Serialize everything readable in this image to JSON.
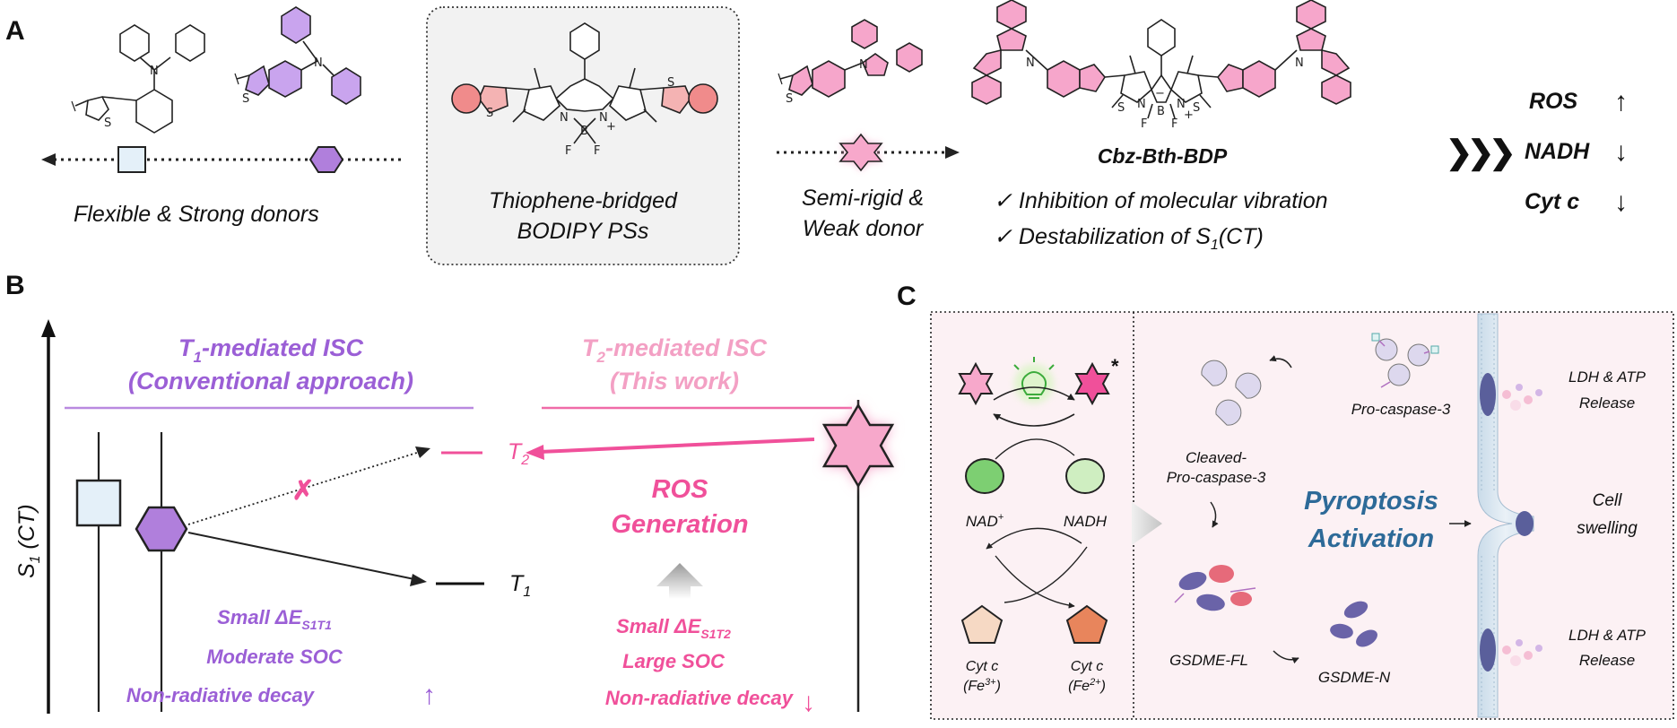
{
  "panel_a": {
    "label": "A",
    "donors_caption": "Flexible & Strong donors",
    "center_caption_1": "Thiophene-bridged",
    "center_caption_2": "BODIPY PSs",
    "semi_caption_1": "Semi-rigid &",
    "semi_caption_2": "Weak donor",
    "molecule_name": "Cbz-Bth-BDP",
    "check_1": "✓ Inhibition of molecular vibration",
    "check_2_pre": "✓ Destabilization of S",
    "check_2_sub": "1",
    "check_2_post": "(CT)",
    "arrows_glyph": "❯❯❯",
    "outcomes": [
      {
        "label": "ROS",
        "arrow": "↑"
      },
      {
        "label": "NADH",
        "arrow": "↓"
      },
      {
        "label": "Cyt c",
        "arrow": "↓"
      }
    ]
  },
  "panel_b": {
    "label": "B",
    "y_axis_pre": "S",
    "y_axis_sub": "1",
    "y_axis_post": " (CT)",
    "t1_title_pre": "T",
    "t1_title_sub": "1",
    "t1_title_post": "-mediated ISC",
    "t1_subtitle": "(Conventional approach)",
    "t2_title_pre": "T",
    "t2_title_sub": "2",
    "t2_title_post": "-mediated ISC",
    "t2_subtitle": "(This work)",
    "t2_level_pre": "T",
    "t2_level_sub": "2",
    "t1_level_pre": "T",
    "t1_level_sub": "1",
    "blocked_mark": "✗",
    "ros_1": "ROS",
    "ros_2": "Generation",
    "left_notes": {
      "line1_pre": "Small ΔE",
      "line1_sub": "S1T1",
      "line2": "Moderate SOC",
      "line3": "Non-radiative decay",
      "line3_arrow": "↑"
    },
    "right_notes": {
      "line1_pre": "Small ΔE",
      "line1_sub": "S1T2",
      "line2": "Large SOC",
      "line3": "Non-radiative decay",
      "line3_arrow": "↓"
    }
  },
  "panel_c": {
    "label": "C",
    "star_mark": "*",
    "nad_pre": "NAD",
    "nad_sup": "+",
    "nadh": "NADH",
    "cyt_left_1": "Cyt c",
    "cyt_left_2_pre": "(Fe",
    "cyt_left_2_sup": "3+",
    "cyt_left_2_post": ")",
    "cyt_right_1": "Cyt c",
    "cyt_right_2_pre": "(Fe",
    "cyt_right_2_sup": "2+",
    "cyt_right_2_post": ")",
    "pro_caspase": "Pro-caspase-3",
    "cleaved_1": "Cleaved-",
    "cleaved_2": "Pro-caspase-3",
    "gsdme_fl": "GSDME-FL",
    "gsdme_n": "GSDME-N",
    "pyro_1": "Pyroptosis",
    "pyro_2": "Activation",
    "release_top_1": "LDH & ATP",
    "release_top_2": "Release",
    "swelling_1": "Cell",
    "swelling_2": "swelling",
    "release_bottom_1": "LDH & ATP",
    "release_bottom_2": "Release"
  },
  "chem_labels": {
    "N": "N",
    "S": "S",
    "B": "B",
    "F": "F",
    "plus": "+",
    "minus": "−"
  },
  "colors": {
    "purple": "#9b5fd6",
    "pink": "#f0509a",
    "light_pink": "#f3a0c4",
    "box_fill": "#f2f2f2",
    "square_fill": "#e4f0f9",
    "hex_fill": "#b07fdc",
    "star_fill": "#f7a8cb",
    "pyroptosis_blue": "#2d6a98",
    "panel_c_bg": "#fcf1f4"
  }
}
